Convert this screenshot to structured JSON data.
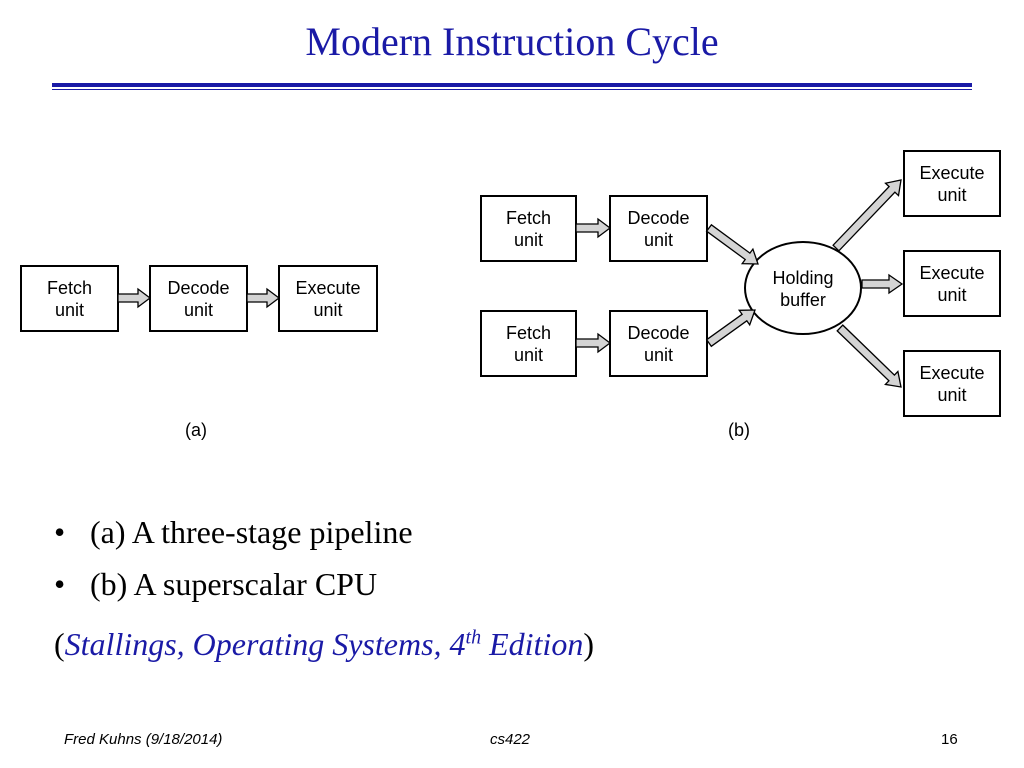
{
  "slide": {
    "title": "Modern Instruction Cycle",
    "accent_color": "#1a1aa6"
  },
  "diagram": {
    "a": {
      "caption": "(a)",
      "boxes": [
        {
          "line1": "Fetch",
          "line2": "unit"
        },
        {
          "line1": "Decode",
          "line2": "unit"
        },
        {
          "line1": "Execute",
          "line2": "unit"
        }
      ]
    },
    "b": {
      "caption": "(b)",
      "fetch": [
        {
          "line1": "Fetch",
          "line2": "unit"
        },
        {
          "line1": "Fetch",
          "line2": "unit"
        }
      ],
      "decode": [
        {
          "line1": "Decode",
          "line2": "unit"
        },
        {
          "line1": "Decode",
          "line2": "unit"
        }
      ],
      "buffer": {
        "line1": "Holding",
        "line2": "buffer"
      },
      "execute": [
        {
          "line1": "Execute",
          "line2": "unit"
        },
        {
          "line1": "Execute",
          "line2": "unit"
        },
        {
          "line1": "Execute",
          "line2": "unit"
        }
      ]
    }
  },
  "bullets": [
    {
      "symbol": "•",
      "text": "(a) A three-stage pipeline"
    },
    {
      "symbol": "•",
      "text": "(b) A superscalar CPU"
    }
  ],
  "citation": {
    "open": "(",
    "text": "Stallings, Operating Systems, 4",
    "sup": "th",
    "edition": " Edition",
    "close": ")"
  },
  "footer": {
    "author": "Fred Kuhns (9/18/2014)",
    "course": "cs422",
    "page": "16"
  }
}
